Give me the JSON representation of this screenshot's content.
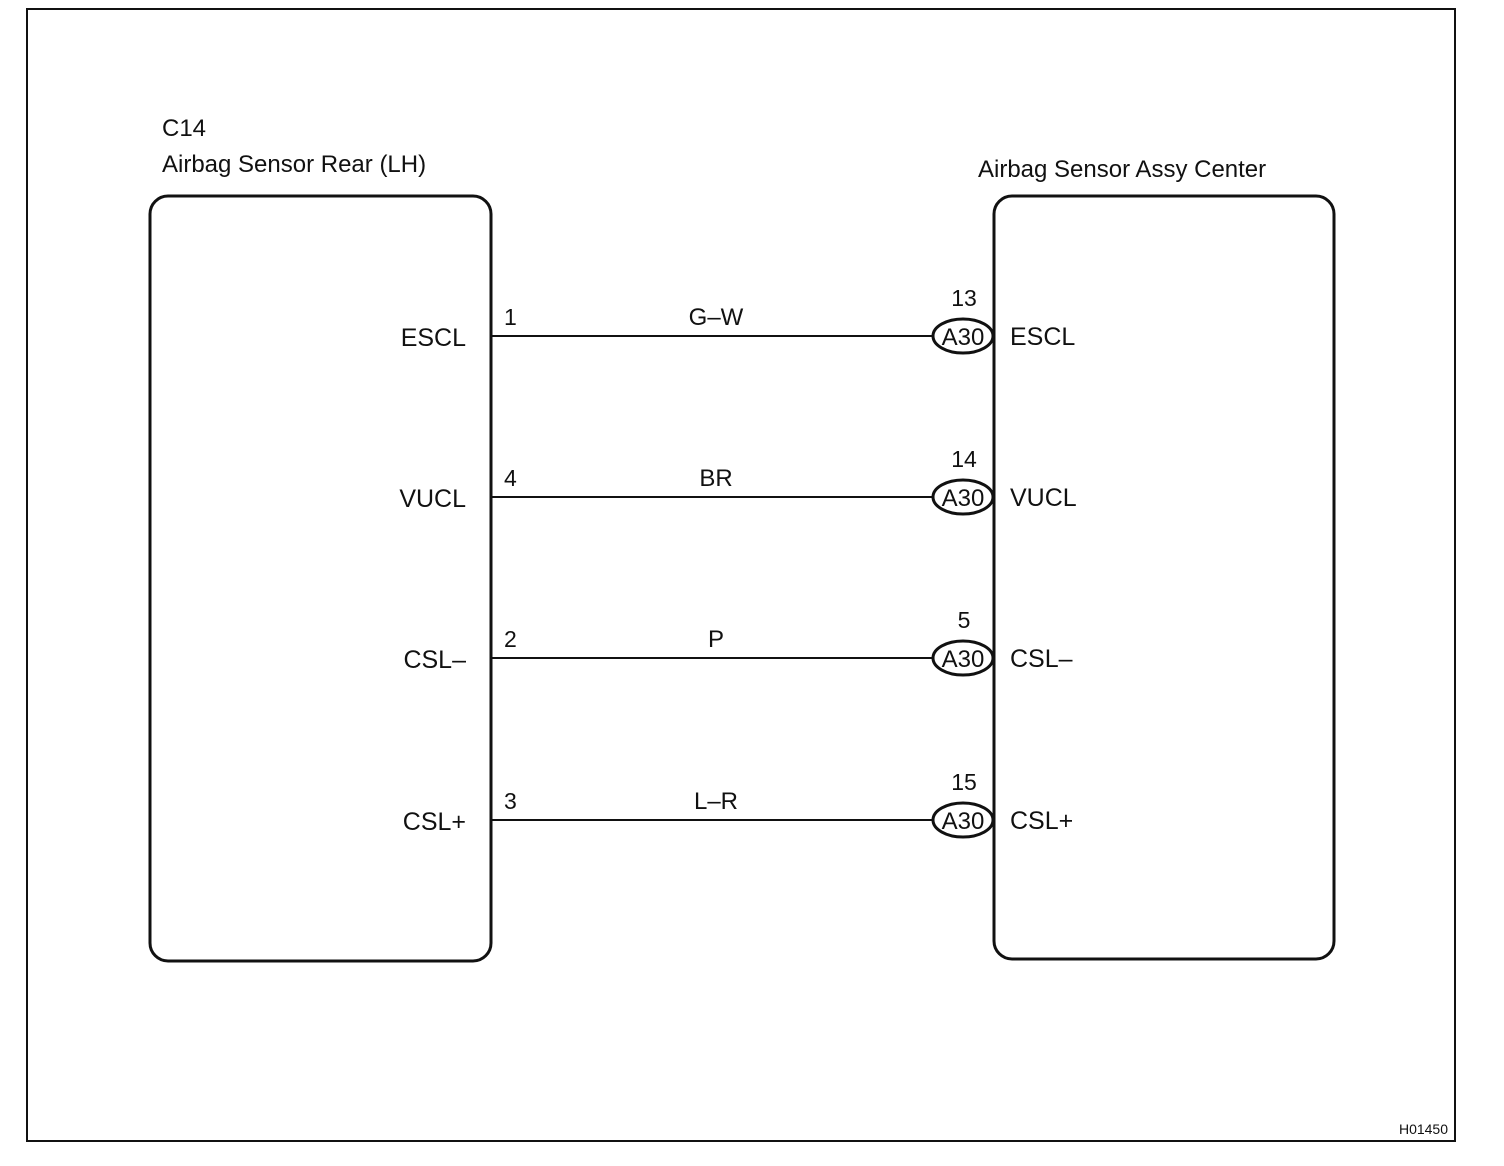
{
  "left_component": {
    "code": "C14",
    "name": "Airbag Sensor Rear (LH)"
  },
  "right_component": {
    "name": "Airbag Sensor Assy Center"
  },
  "connections": [
    {
      "left_pin": "1",
      "left_label": "ESCL",
      "wire_color": "G–W",
      "right_pin": "13",
      "connector": "A30",
      "right_label": "ESCL"
    },
    {
      "left_pin": "4",
      "left_label": "VUCL",
      "wire_color": "BR",
      "right_pin": "14",
      "connector": "A30",
      "right_label": "VUCL"
    },
    {
      "left_pin": "2",
      "left_label": "CSL–",
      "wire_color": "P",
      "right_pin": "5",
      "connector": "A30",
      "right_label": "CSL–"
    },
    {
      "left_pin": "3",
      "left_label": "CSL+",
      "wire_color": "L–R",
      "right_pin": "15",
      "connector": "A30",
      "right_label": "CSL+"
    }
  ],
  "figure_id": "H01450"
}
